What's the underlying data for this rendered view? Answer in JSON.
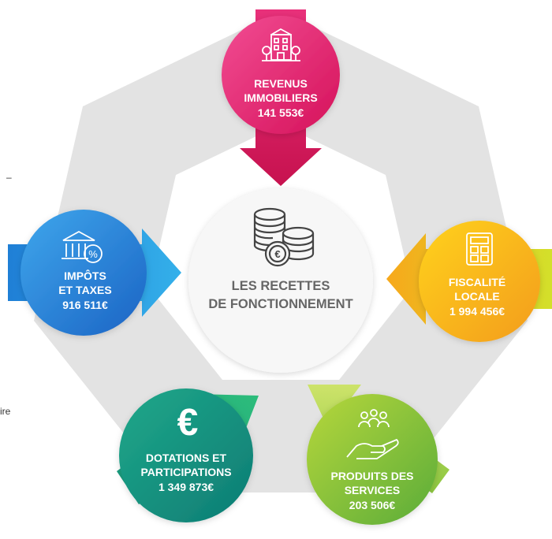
{
  "center": {
    "line1": "LES RECETTES",
    "line2": "DE FONCTIONNEMENT",
    "icon": "coins-euro-icon"
  },
  "segments": [
    {
      "id": "revenus",
      "lines": [
        "REVENUS",
        "IMMOBILIERS"
      ],
      "amount": "141 553€",
      "icon": "building-icon",
      "color_from": "#f0458a",
      "color_to": "#d81b5e"
    },
    {
      "id": "fiscalite",
      "lines": [
        "FISCALITÉ",
        "LOCALE"
      ],
      "amount": "1 994 456€",
      "icon": "calculator-icon",
      "color_from": "#ffe81a",
      "color_to": "#f59a1c"
    },
    {
      "id": "produits",
      "lines": [
        "PRODUITS DES",
        "SERVICES"
      ],
      "amount": "203 506€",
      "icon": "hand-people-icon",
      "color_from": "#b5d63a",
      "color_to": "#5fae3a"
    },
    {
      "id": "dotations",
      "lines": [
        "DOTATIONS ET",
        "PARTICIPATIONS"
      ],
      "amount": "1 349 873€",
      "icon": "euro-icon",
      "color_from": "#1faa7a",
      "color_to": "#0b7f78"
    },
    {
      "id": "impots",
      "lines": [
        "IMPÔTS",
        "ET TAXES"
      ],
      "amount": "916 511€",
      "icon": "bank-percent-icon",
      "color_from": "#3aa0e8",
      "color_to": "#1a6fc9"
    }
  ],
  "stray": {
    "dash": "–",
    "ire": "ire"
  }
}
